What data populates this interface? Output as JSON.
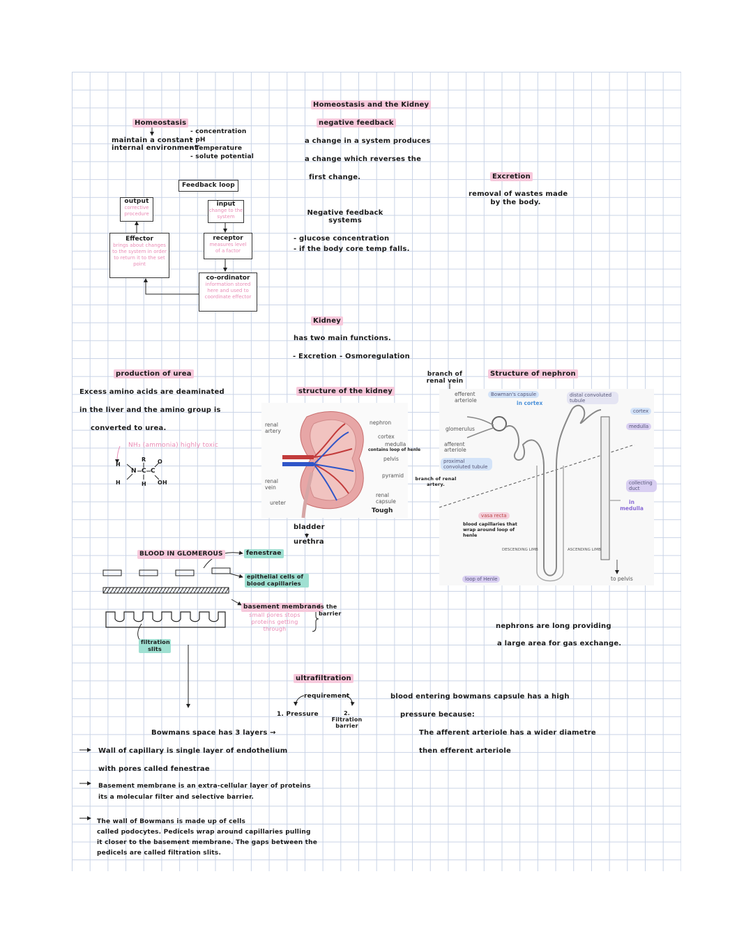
{
  "homeostasis": {
    "title": "Homeostasis",
    "definition_line1": "maintain a constant",
    "definition_line2": "internal environment",
    "factors": [
      "- concentration",
      "- pH",
      "- Temperature",
      "- solute potential"
    ],
    "feedback_title": "Feedback loop",
    "output_title": "output",
    "output_desc": "corrective procedure",
    "input_title": "input",
    "input_desc": "change to the system",
    "effector_title": "Effector",
    "effector_desc": "brings about changes to the system in order to return it to the set point",
    "receptor_title": "receptor",
    "receptor_desc": "measures level of a factor",
    "coordinator_title": "co-ordinator",
    "coordinator_desc": "information stored here and used to coordinate effector"
  },
  "kidney_header": {
    "title": "Homeostasis and the Kidney",
    "neg_title": "negative feedback",
    "neg_line1": "a change in a system produces",
    "neg_line2": "a change which reverses the",
    "neg_line3": "first change.",
    "neg_systems_title": "Negative feedback systems",
    "neg_sys_1": "- glucose concentration",
    "neg_sys_2": "- if the body core temp falls."
  },
  "excretion": {
    "title": "Excretion",
    "line1": "removal of wastes made",
    "line2": "by the body."
  },
  "kidney": {
    "title": "Kidney",
    "line1": "has two main functions.",
    "func1": "- Excretion",
    "func2": "- Osmoregulation"
  },
  "urea": {
    "title": "production of urea",
    "line1": "Excess amino acids are deaminated",
    "line2": "in the liver and the amino group is",
    "line3": "converted to urea.",
    "nh3_note": "NH₃ (ammonia) highly toxic",
    "formula_parts": [
      "H",
      "N",
      "C",
      "C",
      "H",
      "R",
      "H",
      "O",
      "OH"
    ]
  },
  "kidney_structure": {
    "title": "structure of the kidney",
    "labels": {
      "renal_artery": "renal artery",
      "renal_vein": "renal vein",
      "ureter": "ureter",
      "nephron": "nephron",
      "cortex": "cortex",
      "medulla": "medulla",
      "medulla_note": "contains loop of henle",
      "pelvis": "pelvis",
      "pyramid": "pyramid",
      "renal_capsule": "renal capsule",
      "tough": "Tough"
    },
    "bladder": "bladder",
    "urethra": "urethra"
  },
  "nephron": {
    "title": "Structure of nephron",
    "branch_vein": "branch of renal vein",
    "branch_artery": "branch of renal artery.",
    "labels": {
      "efferent": "efferent arteriole",
      "bowmans": "Bowman's capsule",
      "in_cortex": "in cortex",
      "distal": "distal convoluted tubule",
      "cortex": "cortex",
      "medulla": "medulla",
      "glomerulus": "glomerulus",
      "afferent": "afferent arteriole",
      "proximal": "proximal convoluted tubule",
      "collecting": "collecting duct",
      "in_medulla": "in medulla",
      "vasa_recta": "vasa recta",
      "blood_caps": "blood capillaries that wrap around loop of henle",
      "descending": "DESCENDING LIMB",
      "ascending": "ASCENDING LIMB",
      "loop": "loop of Henle",
      "to_pelvis": "to pelvis"
    },
    "note_line1": "nephrons are long providing",
    "note_line2": "a large area for gas exchange."
  },
  "glomerous": {
    "title": "BLOOD IN GLOMEROUS",
    "fenestrae": "fenestrae",
    "epithelial": "epithelial cells of blood capillaries",
    "basement": "basement membrane",
    "basement_desc": "small pores stops proteins getting through",
    "is_barrier": "is the barrier",
    "filtration_slits": "filtration slits"
  },
  "ultrafiltration": {
    "title": "ultrafiltration",
    "requirement": "requirement",
    "req1": "1. Pressure",
    "req2": "2. Filtration barrier",
    "pressure_line1": "blood entering bowmans capsule has a high",
    "pressure_line2": "pressure because:",
    "pressure_line3": "The afferent arteriole has a wider diametre",
    "pressure_line4": "then efferent arteriole"
  },
  "bowmans": {
    "title": "Bowmans space has 3 layers →",
    "l1a": "Wall of capillary is single layer of endothelium",
    "l1b": "with pores called fenestrae",
    "l2a": "Basement membrane is an extra-cellular layer of proteins",
    "l2b": "its a molecular filter and selective barrier.",
    "l3a": "The wall of Bowmans is made up of cells",
    "l3b": "called podocytes. Pedicels wrap around capillaries pulling",
    "l3c": "it closer to the basement membrane. The gaps between the",
    "l3d": "pedicels are called filtration slits."
  },
  "colors": {
    "pink_highlight": "#f7c9dc",
    "pink_text": "#e98bb5",
    "teal_highlight": "#9fe0d2",
    "grid": "#c9d3e6"
  }
}
